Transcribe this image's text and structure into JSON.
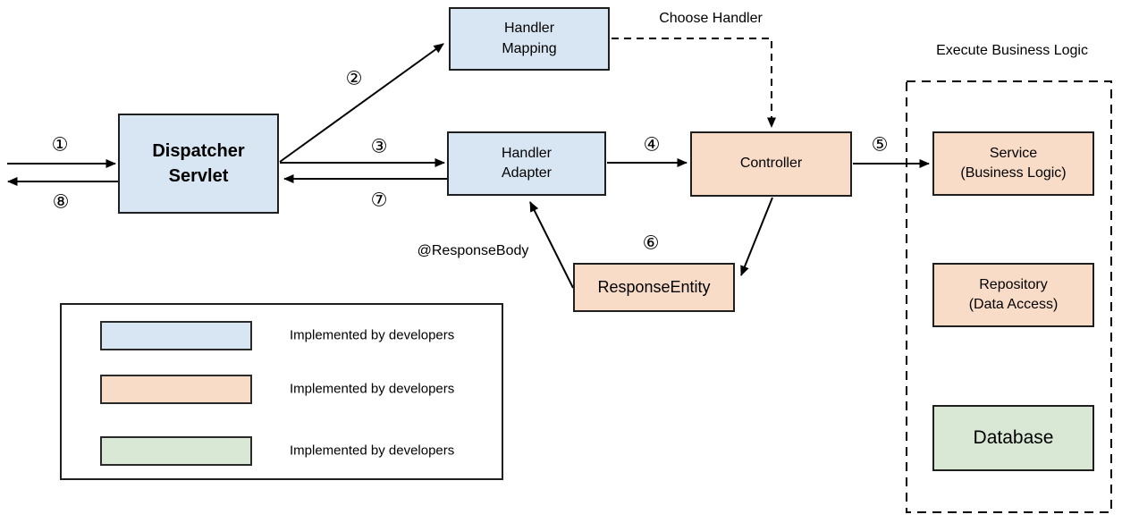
{
  "diagram": {
    "nodes": {
      "dispatcher_servlet": {
        "label": "Dispatcher\nServlet"
      },
      "handler_mapping": {
        "label": "Handler\nMapping"
      },
      "handler_adapter": {
        "label": "Handler\nAdapter"
      },
      "controller": {
        "label": "Controller"
      },
      "response_entity": {
        "label": "ResponseEntity"
      },
      "service": {
        "label": "Service\n(Business Logic)"
      },
      "repository": {
        "label": "Repository\n(Data Access)"
      },
      "database": {
        "label": "Database"
      }
    },
    "annotations": {
      "execute_business_logic": "Execute Business Logic",
      "choose_handler": "Choose Handler",
      "response_body": "@ResponseBody"
    },
    "steps": [
      "①",
      "②",
      "③",
      "④",
      "⑤",
      "⑥",
      "⑦",
      "⑧"
    ],
    "legend": {
      "items": [
        {
          "color": "#d8e6f3",
          "label": "Implemented by developers"
        },
        {
          "color": "#f9dcc8",
          "label": "Implemented by developers"
        },
        {
          "color": "#d9e8d4",
          "label": "Implemented by developers"
        }
      ]
    },
    "colors": {
      "box_blue": "#d8e6f3",
      "box_orange": "#f9dcc8",
      "box_green": "#d9e8d4",
      "stroke": "#1f1f1f",
      "arrow": "#000000"
    }
  }
}
